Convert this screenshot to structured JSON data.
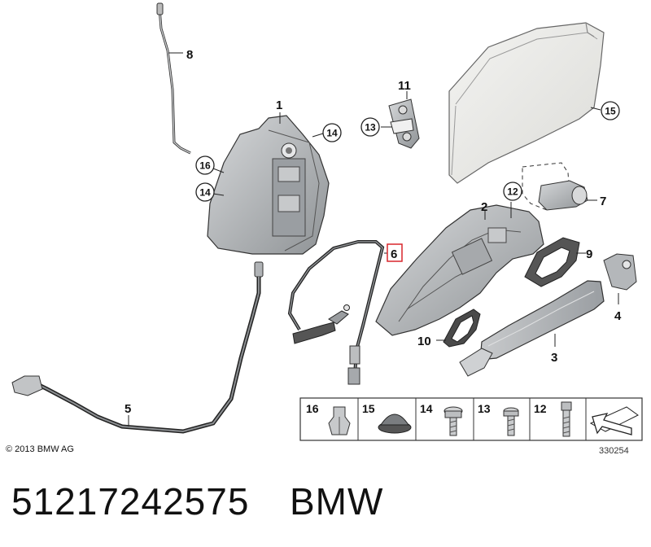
{
  "callouts": {
    "c1": "1",
    "c2": "2",
    "c3": "3",
    "c4": "4",
    "c5": "5",
    "c6": "6",
    "c7": "7",
    "c8": "8",
    "c9": "9",
    "c10": "10",
    "c11": "11",
    "c12": "12",
    "c13": "13",
    "c14a": "14",
    "c14b": "14",
    "c15": "15",
    "c16": "16"
  },
  "legend": {
    "l16": "16",
    "l15": "15",
    "l14": "14",
    "l13": "13",
    "l12": "12"
  },
  "footer": {
    "copyright": "© 2013 BMW AG",
    "image_number": "330254"
  },
  "caption": {
    "part_number": "51217242575",
    "brand": "BMW"
  },
  "colors": {
    "highlight": "#d9262c",
    "part_fill": "#b9bcbf",
    "line": "#222222"
  }
}
